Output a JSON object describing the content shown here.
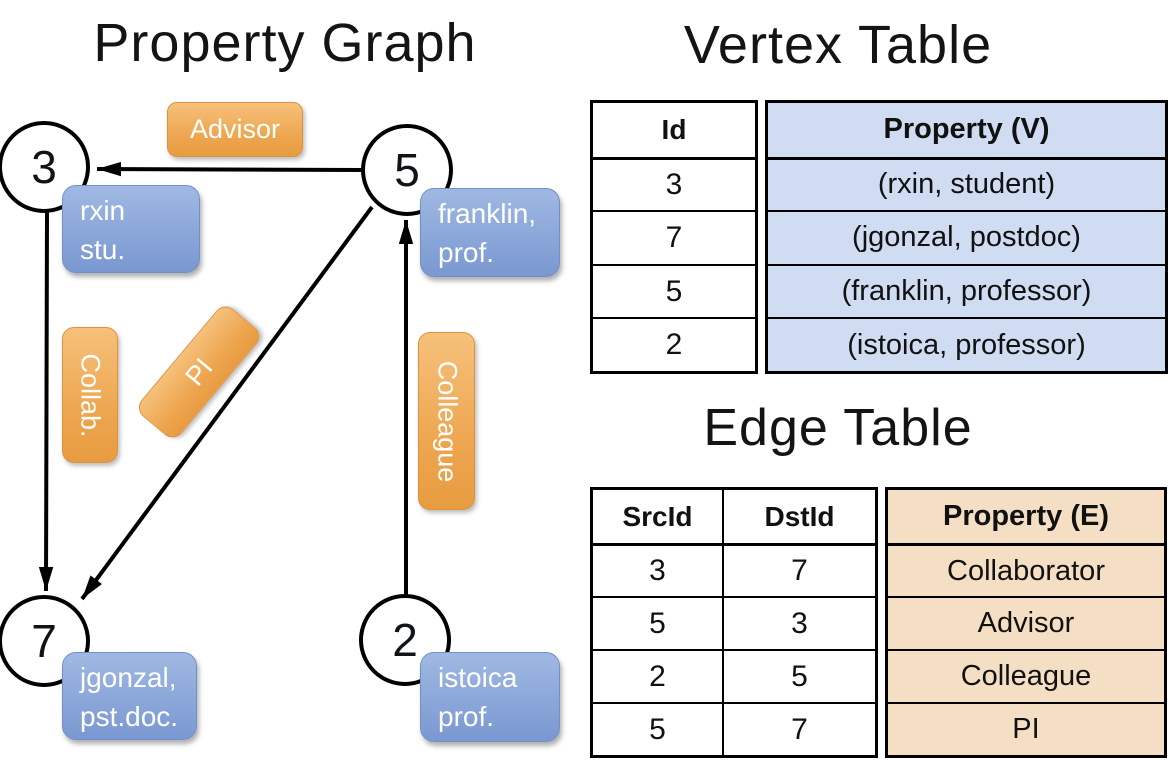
{
  "colors": {
    "edge_label_orange": "#F0A64E",
    "node_property_blue": "#84A3D6",
    "vertex_property_bg": "#CFDCF2",
    "edge_property_bg": "#F5DFC4",
    "line_black": "#000000"
  },
  "graph": {
    "title": "Property Graph",
    "nodes": {
      "n3": {
        "id": "3",
        "prop_line1": "rxin",
        "prop_line2": "stu."
      },
      "n5": {
        "id": "5",
        "prop_line1": "franklin,",
        "prop_line2": "prof."
      },
      "n7": {
        "id": "7",
        "prop_line1": "jgonzal,",
        "prop_line2": "pst.doc."
      },
      "n2": {
        "id": "2",
        "prop_line1": "istoica",
        "prop_line2": "prof."
      }
    },
    "edge_labels": {
      "advisor": "Advisor",
      "collab": "Collab.",
      "pi": "PI",
      "colleague": "Colleague"
    }
  },
  "vertex_table": {
    "title": "Vertex Table",
    "columns": [
      "Id",
      "Property (V)"
    ],
    "rows": [
      [
        "3",
        "(rxin, student)"
      ],
      [
        "7",
        "(jgonzal, postdoc)"
      ],
      [
        "5",
        "(franklin, professor)"
      ],
      [
        "2",
        "(istoica, professor)"
      ]
    ]
  },
  "edge_table": {
    "title": "Edge Table",
    "columns": [
      "SrcId",
      "DstId",
      "Property (E)"
    ],
    "rows": [
      [
        "3",
        "7",
        "Collaborator"
      ],
      [
        "5",
        "3",
        "Advisor"
      ],
      [
        "2",
        "5",
        "Colleague"
      ],
      [
        "5",
        "7",
        "PI"
      ]
    ]
  }
}
